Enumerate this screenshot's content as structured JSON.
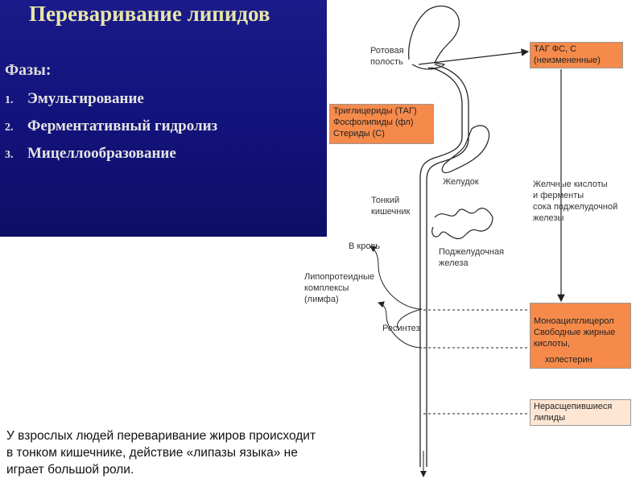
{
  "title": "Переваривание липидов",
  "phases": {
    "heading": "Фазы:",
    "items": [
      {
        "num": "1.",
        "text": "Эмульгирование"
      },
      {
        "num": "2.",
        "text": "Ферментативный гидролиз"
      },
      {
        "num": "3.",
        "text": "Мицеллообразование"
      }
    ]
  },
  "diagram": {
    "oral_cavity": "Ротовая\nполость",
    "stomach": "Желудок",
    "small_intestine": "Тонкий\nкишечник",
    "pancreas": "Поджелудочная\nжелеза",
    "to_blood": "В кровь",
    "lipoprotein": "Липопротеидные\nкомплексы\n(лимфа)",
    "resynthesis": "Ресинтез",
    "bile": "Желчные кислоты\nи ферменты\nсока поджелудочной\nжелезы",
    "box_unchanged": "ТАГ ФС, С\n(неизмененные)",
    "box_food": "Триглицериды (ТАГ)\nФосфолипиды (фл)\nСтериды (С)",
    "box_products_1": "Моноацилглицерол\nСвободные жирные\nкислоты,",
    "box_products_2": "холестерин",
    "box_undigested": "Нерасщепившиеся\nлипиды"
  },
  "note": "У взрослых людей переваривание жиров происходит\nв тонком кишечнике, действие «липазы языка» не\nиграет большой роли."
}
